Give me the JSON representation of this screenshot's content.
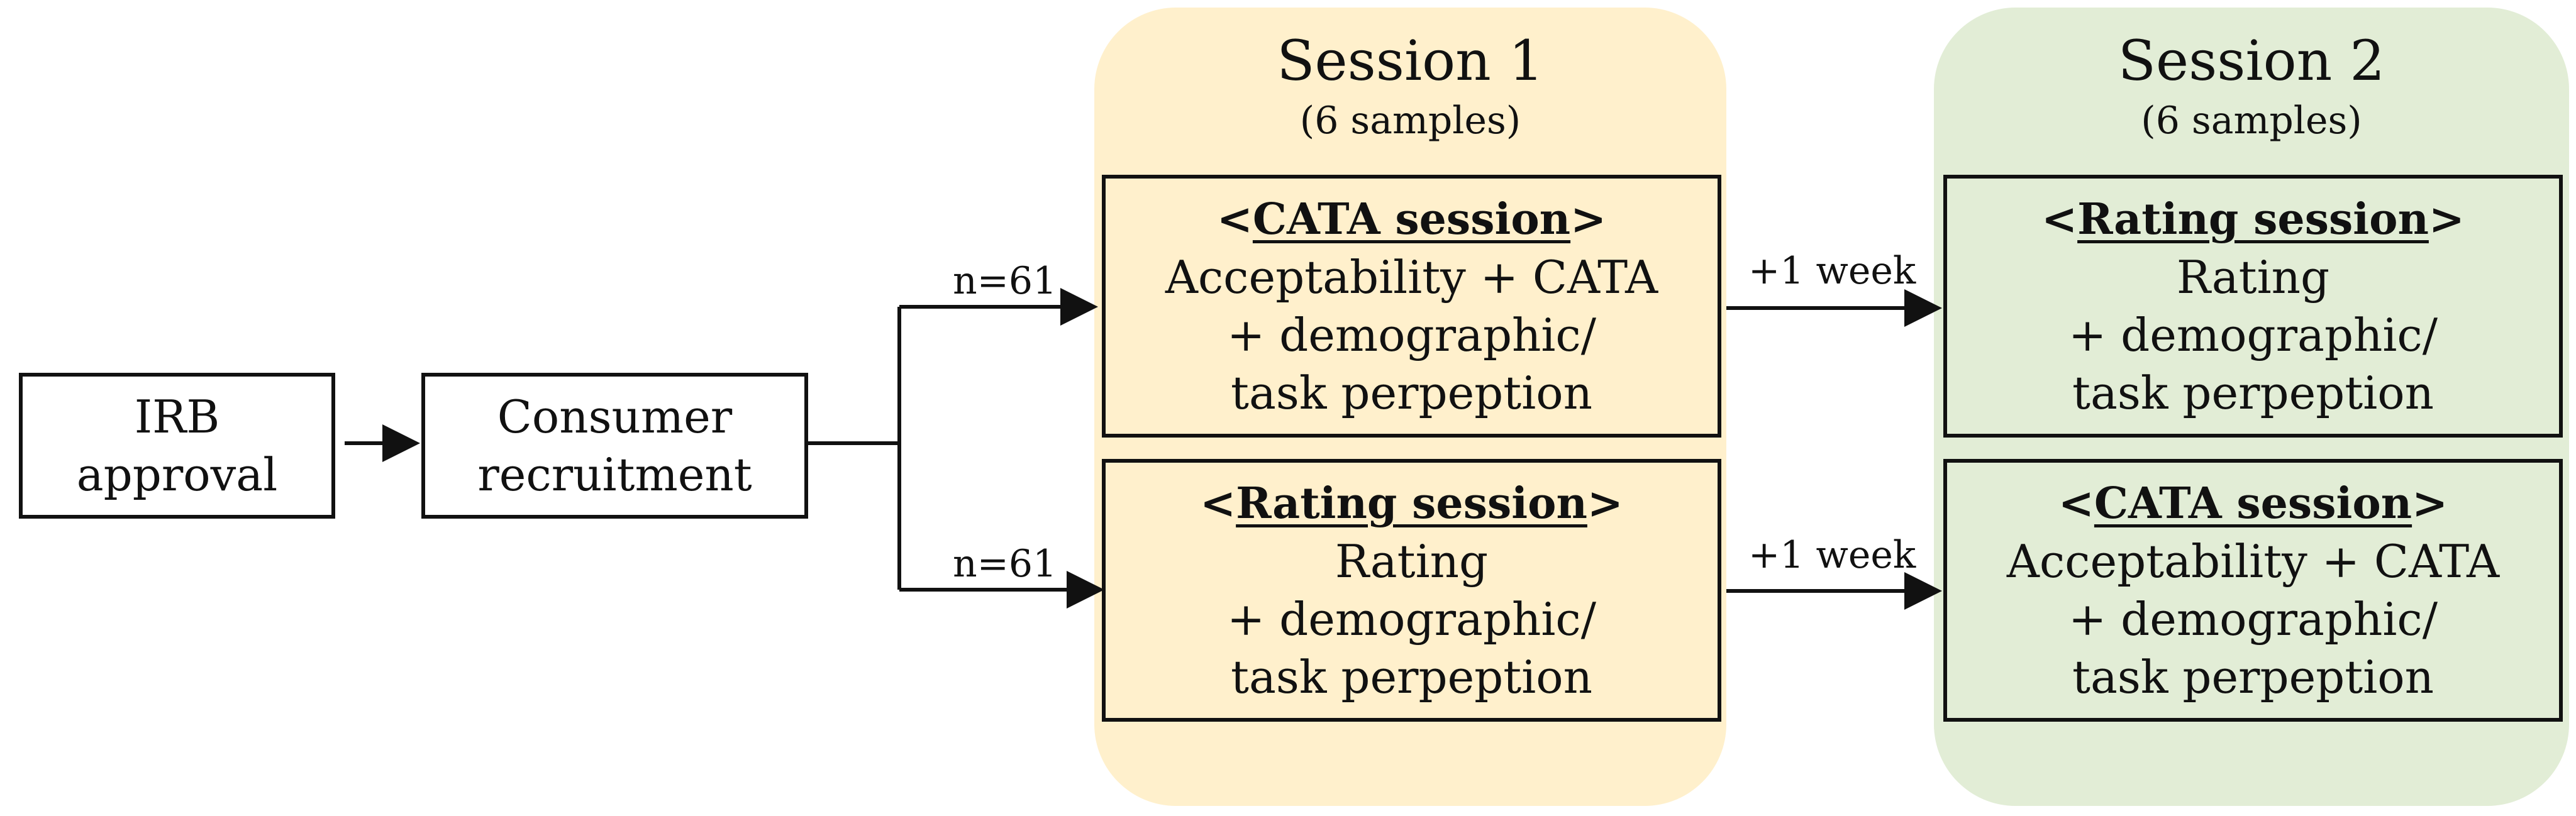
{
  "sessions": [
    {
      "title": "Session 1",
      "subtitle": "(6 samples)",
      "background": "#fff0cc",
      "boxes": [
        {
          "title_open": "<",
          "title_main": "CATA session",
          "title_close": ">",
          "lines": [
            "Acceptability + CATA",
            "+ demographic/",
            "task perpeption"
          ]
        },
        {
          "title_open": "<",
          "title_main": "Rating session",
          "title_close": ">",
          "lines": [
            "Rating",
            "+ demographic/",
            "task perpeption"
          ]
        }
      ]
    },
    {
      "title": "Session 2",
      "subtitle": "(6 samples)",
      "background": "#e2edd6",
      "boxes": [
        {
          "title_open": "<",
          "title_main": "Rating session",
          "title_close": ">",
          "lines": [
            "Rating",
            "+ demographic/",
            "task perpeption"
          ]
        },
        {
          "title_open": "<",
          "title_main": "CATA session",
          "title_close": ">",
          "lines": [
            "Acceptability + CATA",
            "+ demographic/",
            "task perpeption"
          ]
        }
      ]
    }
  ],
  "steps": {
    "irb": [
      "IRB",
      "approval"
    ],
    "recruitment": [
      "Consumer",
      "recruitment"
    ]
  },
  "branch_labels": [
    "n=61",
    "n=61"
  ],
  "interval_labels": [
    "+1 week",
    "+1 week"
  ],
  "colors": {
    "stroke": "#111111",
    "session1_fill": "#fff0cc",
    "session2_fill": "#e2edd6"
  }
}
